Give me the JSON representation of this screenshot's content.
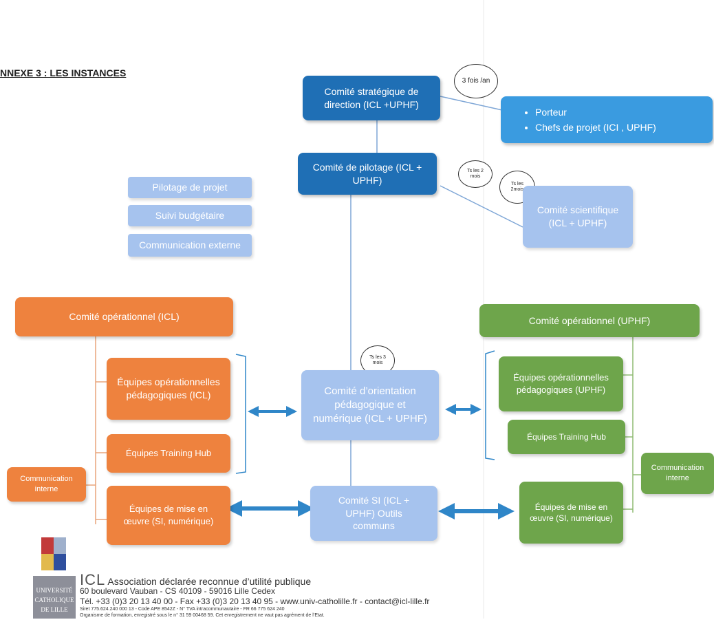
{
  "title": "NNEXE 3 : LES INSTANCES",
  "top": {
    "strategic": "Comité stratégique de direction (ICL +UPHF)",
    "strategic_freq": "3 fois /an",
    "porteur_items": [
      "Porteur",
      "Chefs de projet (ICI , UPHF)"
    ],
    "pilotage": "Comité de pilotage (ICL + UPHF)",
    "pilotage_freq": "Ts les 2 mois",
    "scientific": "Comité scientifique (ICL + UPHF)",
    "scientific_freq": "Ts les 2mois",
    "left_tasks": [
      "Pilotage de projet",
      "Suivi budgétaire",
      "Communication externe"
    ]
  },
  "left": {
    "comite": "Comité opérationnel (ICL)",
    "equipes_peda": "Équipes opérationnelles pédagogiques (ICL)",
    "training": "Équipes Training Hub",
    "mise_en_oeuvre": "Équipes de mise en œuvre (SI, numérique)",
    "communication": "Communication interne"
  },
  "center": {
    "orientation": "Comité d’orientation pédagogique et numérique (ICL + UPHF)",
    "orientation_freq": "Ts les 3 mois",
    "si": "Comité SI (ICL + UPHF) Outils communs"
  },
  "right": {
    "comite": "Comité opérationnel (UPHF)",
    "equipes_peda": "Équipes opérationnelles pédagogiques (UPHF)",
    "training": "Équipes Training Hub",
    "mise_en_oeuvre": "Équipes de mise en œuvre (SI, numérique)",
    "communication": "Communication interne"
  },
  "footer": {
    "logo_text": "UNIVERSITÉ CATHOLIQUE DE LILLE",
    "icl": "ICL",
    "association": "Association déclarée reconnue d’utilité publique",
    "address": "60 boulevard Vauban - CS 40109 - 59016 Lille Cedex",
    "contact": "Tél. +33 (0)3 20 13 40 00 - Fax +33 (0)3 20 13 40 95 - www.univ-catholille.fr - contact@icl-lille.fr",
    "siret": "Siret 775.624.240 000 13 - Code APE 8542Z - N° TVA intracommunautaire - FR 66 775 624 240",
    "organisme": "Organisme de formation, enregistré sous le n° 31 59 00468 59. Cet enregistrement ne vaut pas agrément de l’Etat."
  },
  "colors": {
    "dark_blue": "#1f6fb5",
    "mid_blue": "#3a9be0",
    "light_blue": "#a6c3ee",
    "orange": "#ee823e",
    "green": "#6ea54b"
  }
}
